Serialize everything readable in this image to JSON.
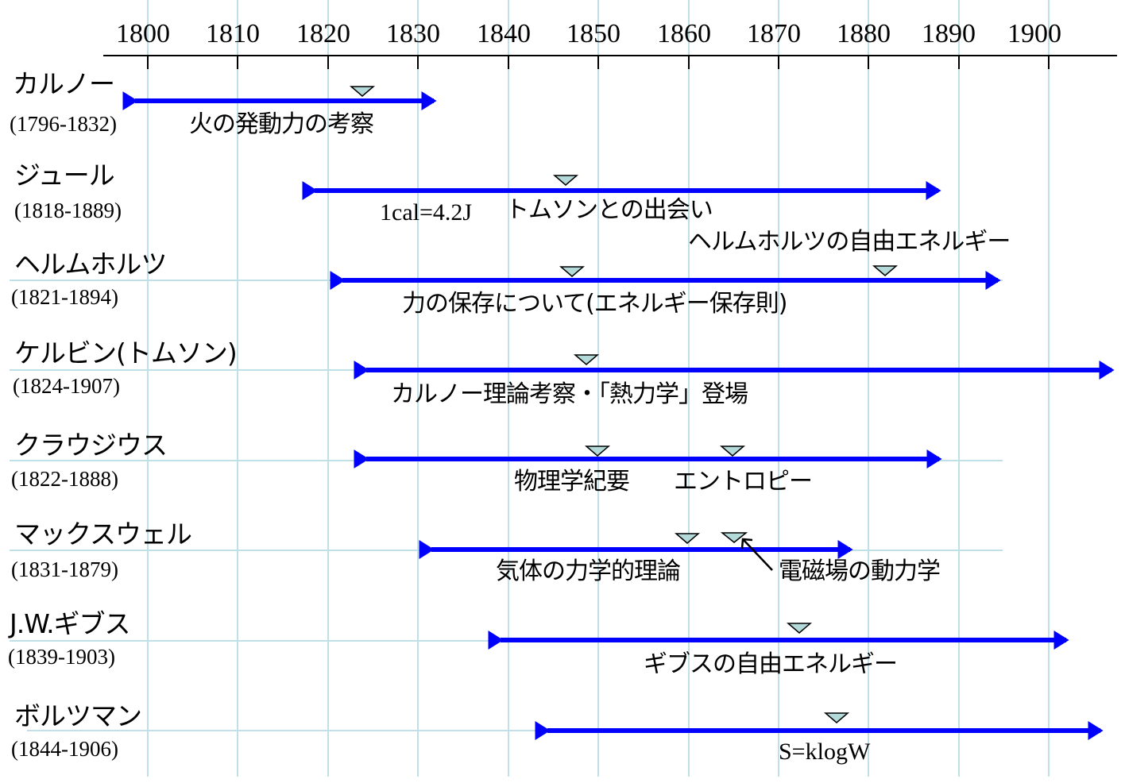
{
  "chart_data": {
    "type": "timeline",
    "title": "",
    "axis": {
      "ticks": [
        1800,
        1810,
        1820,
        1830,
        1840,
        1850,
        1860,
        1870,
        1880,
        1890,
        1900
      ],
      "tick_labels": [
        "1800",
        "1810",
        "1820",
        "1830",
        "1840",
        "1850",
        "1860",
        "1870",
        "1880",
        "1890",
        "1900"
      ],
      "range": [
        1795,
        1908
      ],
      "grid": true
    },
    "colors": {
      "arrow": "#0000ff",
      "grid": "#bfe0e6",
      "marker_fill": "#b4d9d9",
      "axis": "#000000"
    },
    "rows": [
      {
        "name": "カルノー",
        "lifespan": "(1796-1832)",
        "start": 1796,
        "end": 1832,
        "events": [
          {
            "year": 1824,
            "label": "火の発動力の考察"
          }
        ]
      },
      {
        "name": "ジュール",
        "lifespan": "(1818-1889)",
        "start": 1818,
        "end": 1889,
        "events": [
          {
            "year": 1847,
            "label": "1cal=4.2J トムソンとの出会い"
          }
        ]
      },
      {
        "name": "ヘルムホルツ",
        "lifespan": "(1821-1894)",
        "start": 1821,
        "end": 1894,
        "events": [
          {
            "year": 1847,
            "label": "力の保存について(エネルギー保存則)"
          },
          {
            "year": 1882,
            "label": "ヘルムホルツの自由エネルギー"
          }
        ]
      },
      {
        "name": "ケルビン(トムソン)",
        "lifespan": "(1824-1907)",
        "start": 1824,
        "end": 1907,
        "events": [
          {
            "year": 1849,
            "label": "カルノー理論考察・「熱力学」登場"
          }
        ]
      },
      {
        "name": "クラウジウス",
        "lifespan": "(1822-1888)",
        "start": 1822,
        "end": 1888,
        "events": [
          {
            "year": 1850,
            "label": "物理学紀要"
          },
          {
            "year": 1865,
            "label": "エントロピー"
          }
        ]
      },
      {
        "name": "マックスウェル",
        "lifespan": "(1831-1879)",
        "start": 1831,
        "end": 1879,
        "events": [
          {
            "year": 1860,
            "label": "気体の力学的理論"
          },
          {
            "year": 1865,
            "label": "電磁場の動力学"
          }
        ]
      },
      {
        "name": "J.W.ギブス",
        "lifespan": "(1839-1903)",
        "start": 1839,
        "end": 1903,
        "events": [
          {
            "year": 1873,
            "label": "ギブスの自由エネルギー"
          }
        ]
      },
      {
        "name": "ボルツマン",
        "lifespan": "(1844-1906)",
        "start": 1844,
        "end": 1906,
        "events": [
          {
            "year": 1877,
            "label": "S=klogW"
          }
        ]
      }
    ]
  },
  "axis": {
    "years": [
      "1800",
      "1810",
      "1820",
      "1830",
      "1840",
      "1850",
      "1860",
      "1870",
      "1880",
      "1890",
      "1900"
    ]
  },
  "people": [
    {
      "name": "カルノー",
      "lifespan": "(1796-1832)",
      "notes": [
        "火の発動力の考察"
      ]
    },
    {
      "name": "ジュール",
      "lifespan": "(1818-1889)",
      "notes": [
        "1cal=4.2J",
        "トムソンとの出会い"
      ]
    },
    {
      "name": "ヘルムホルツ",
      "lifespan": "(1821-1894)",
      "notes": [
        "ヘルムホルツの自由エネルギー",
        "力の保存について(エネルギー保存則)"
      ]
    },
    {
      "name": "ケルビン(トムソン)",
      "lifespan": "(1824-1907)",
      "notes": [
        "カルノー理論考察・「熱力学」登場"
      ]
    },
    {
      "name": "クラウジウス",
      "lifespan": "(1822-1888)",
      "notes": [
        "物理学紀要",
        "エントロピー"
      ]
    },
    {
      "name": "マックスウェル",
      "lifespan": "(1831-1879)",
      "notes": [
        "気体の力学的理論",
        "電磁場の動力学"
      ]
    },
    {
      "name": "J.W.ギブス",
      "lifespan": "(1839-1903)",
      "notes": [
        "ギブスの自由エネルギー"
      ]
    },
    {
      "name": "ボルツマン",
      "lifespan": "(1844-1906)",
      "notes": [
        "S=klogW"
      ]
    }
  ]
}
